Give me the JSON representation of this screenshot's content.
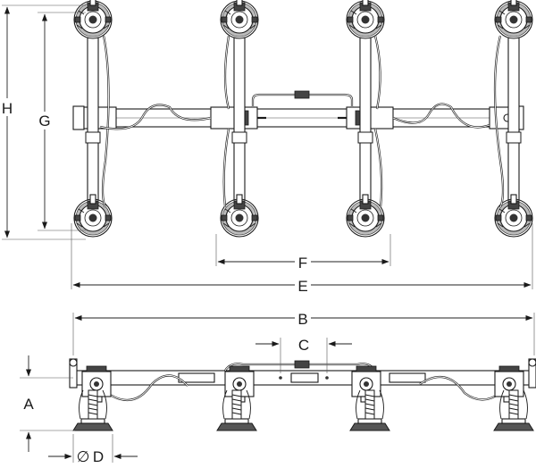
{
  "dimensions": {
    "h": "H",
    "g": "G",
    "f": "F",
    "e": "E",
    "b": "B",
    "c": "C",
    "a": "A",
    "d_symbol": "∅",
    "d": "D"
  },
  "colors": {
    "line": "#1a1a1a",
    "background": "#ffffff"
  }
}
